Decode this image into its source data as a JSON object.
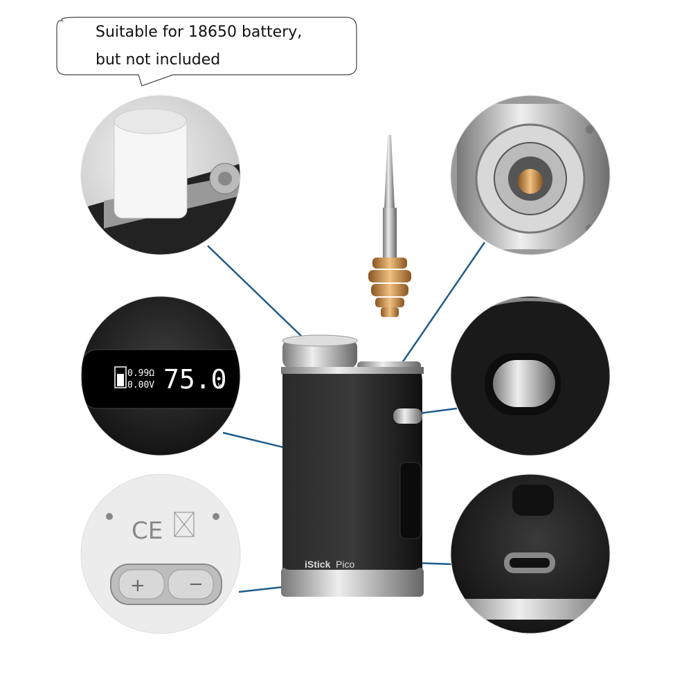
{
  "callout": {
    "line1": "Suitable for 18650 battery,",
    "line2": "but not included"
  },
  "screen": {
    "resistance": "0.99Ω",
    "voltage": "0.00V",
    "wattage": "75.0",
    "unit": "w"
  },
  "device": {
    "brand": "iStick",
    "model": "Pico"
  },
  "colors": {
    "connector_line": "#1f5a8a",
    "device_body": "#1a1a1a",
    "copper": "#c98a4a"
  }
}
